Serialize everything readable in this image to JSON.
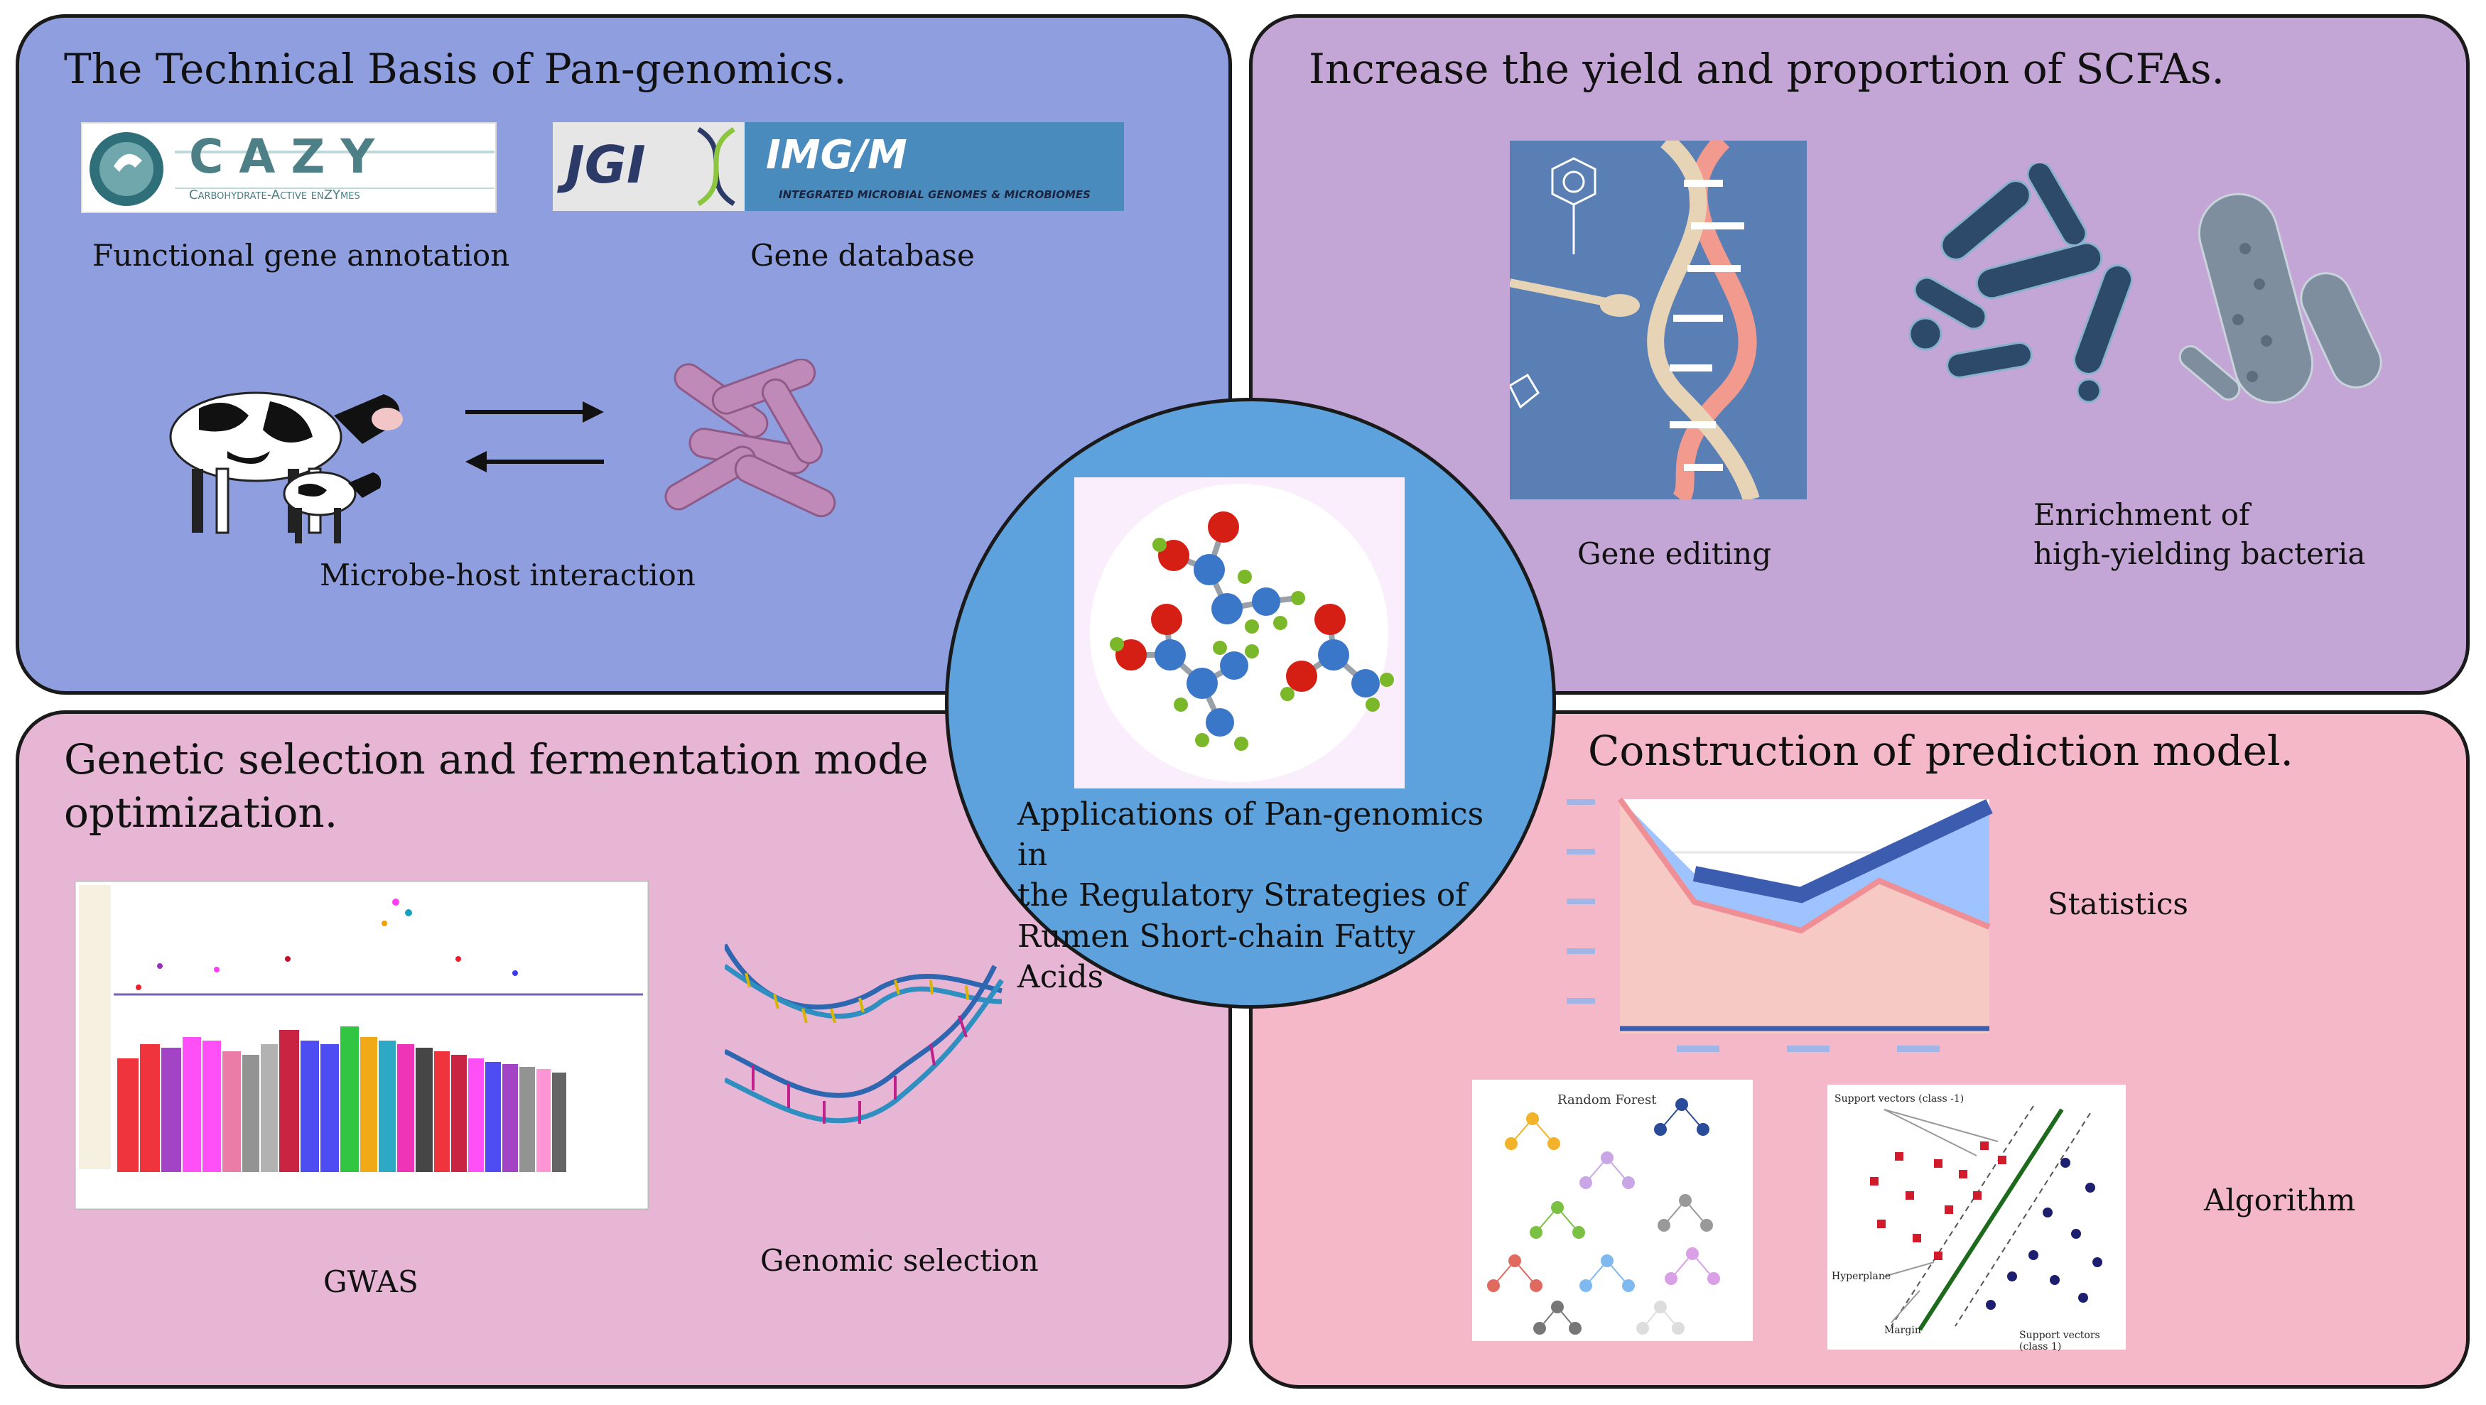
{
  "center": {
    "line1": "Applications of Pan-genomics in",
    "line2": "the Regulatory Strategies of",
    "line3": "Rumen Short-chain Fatty Acids"
  },
  "top_left": {
    "title": "The Technical Basis of Pan-genomics.",
    "cazy_logo": {
      "name": "CAZY",
      "subtitle": "Carbohydrate-Active enZYmes"
    },
    "jgi_logo": {
      "jgi": "JGI",
      "img": "IMG/M",
      "subtitle": "INTEGRATED MICROBIAL GENOMES & MICROBIOMES"
    },
    "captions": {
      "annotation": "Functional gene annotation",
      "database": "Gene database",
      "interaction": "Microbe-host interaction"
    }
  },
  "top_right": {
    "title": "Increase the yield and proportion of SCFAs.",
    "captions": {
      "gene_editing": "Gene editing",
      "enrichment_line1": "Enrichment of",
      "enrichment_line2": "high-yielding bacteria"
    }
  },
  "bottom_left": {
    "title_line1": "Genetic selection and fermentation mode",
    "title_line2": "optimization.",
    "captions": {
      "gwas": "GWAS",
      "genomic_selection": "Genomic selection"
    }
  },
  "bottom_right": {
    "title": "Construction of prediction model.",
    "captions": {
      "statistics": "Statistics",
      "algorithm": "Algorithm"
    },
    "random_forest_label": "Random Forest",
    "svm_labels": {
      "support_neg": "Support vectors (class -1)",
      "hyperplane": "Hyperplane",
      "margin": "Margin",
      "support_pos": "Support vectors (class 1)"
    }
  },
  "colors": {
    "panel_top_left": "#8f9ede",
    "panel_top_right": "#c4a6d6",
    "panel_bottom_left": "#e6b6d4",
    "panel_bottom_right": "#f4b8c9",
    "center_circle": "#5da2dd"
  }
}
